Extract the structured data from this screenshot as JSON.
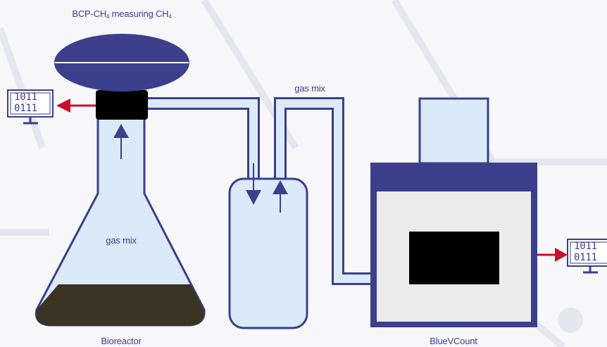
{
  "sensor": {
    "label_prefix": "BCP-CH",
    "label_sub1": "4",
    "label_mid": " measuring CH",
    "label_sub2": "4"
  },
  "labels": {
    "gas_mix_top": "gas mix",
    "gas_mix_flask": "gas mix",
    "bioreactor": "Bioreactor",
    "bluevcount": "BlueVCount"
  },
  "computer_left": {
    "line1": "1011",
    "line2": "0111"
  },
  "computer_right": {
    "line1": "1011",
    "line2": "0111"
  },
  "colors": {
    "primary": "#3b3f8c",
    "fill_light": "#dbeaf8",
    "sludge": "#3a3324",
    "arrow_red": "#c8102e",
    "panel_grey": "#ebebeb",
    "screen": "#000000"
  }
}
